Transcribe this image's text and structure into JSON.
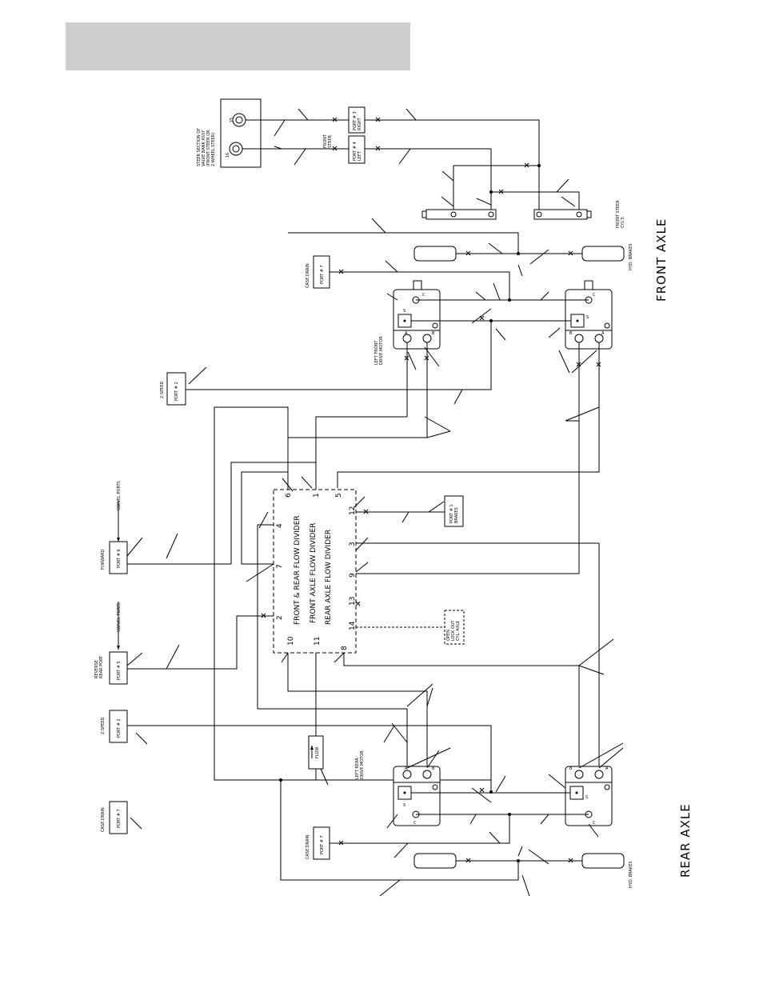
{
  "header": {
    "color": "#cfcfcf"
  },
  "axles": {
    "front": "FRONT AXLE",
    "rear": "REAR AXLE"
  },
  "steer": {
    "section_line1": "STEER SECTION OF",
    "section_line2": "VALVE BANK ASSY",
    "section_line3": "(FRONT STEER OR",
    "section_line4": "2-WHEEL STEER)",
    "port_15": "15",
    "port_16": "16",
    "front_steer_line1": "FRONT",
    "front_steer_line2": "STEER",
    "port3_line1": "PORT # 3",
    "port3_line2": "RIGHT",
    "port4_line1": "PORT # 4",
    "port4_line2": "LEFT",
    "cyls_line1": "FRONT STEER",
    "cyls_line2": "CYL'S"
  },
  "brakes": {
    "front_label": "HYD. BRAKES",
    "rear_label": "HYD. BRAKES"
  },
  "case_drain": {
    "label": "CASE DRAIN",
    "port": "PORT # 7"
  },
  "motors": {
    "left_front_line1": "LEFT FRONT",
    "left_front_line2": "DRIVE MOTOR",
    "left_rear_line1": "LEFT REAR",
    "left_rear_line2": "DRIVE MOTOR",
    "a": "A",
    "b": "B",
    "c": "C",
    "s": "S"
  },
  "two_speed": {
    "label": "2-SPEED",
    "port": "PORT # 2"
  },
  "forward": {
    "label": "FORWARD",
    "port": "PORT # 6"
  },
  "reverse": {
    "label_line1": "REVERSE",
    "label_line2": "REAR PORT",
    "port": "PORT # 5"
  },
  "swivel": {
    "label": "SWIVEL PORTS"
  },
  "port1": {
    "line1": "PORT # 1",
    "line2": "BRAKES"
  },
  "lockout": {
    "line1": "OPEN",
    "line2": "LOCK OUT",
    "line3": "CYL. AXLE"
  },
  "flow": {
    "label": "FLOW"
  },
  "divider": {
    "title1": "FRONT & REAR FLOW DIVIDER",
    "title2": "FRONT AXLE FLOW DIVIDER",
    "title3": "REAR AXLE FLOW DIVIDER",
    "p6": "6",
    "p1": "1",
    "p5": "5",
    "p12": "12",
    "p3": "3",
    "p9": "9",
    "p13": "13",
    "p14": "14",
    "p8": "8",
    "p4": "4",
    "p7": "7",
    "p2": "2",
    "p10": "10",
    "p11": "11"
  }
}
